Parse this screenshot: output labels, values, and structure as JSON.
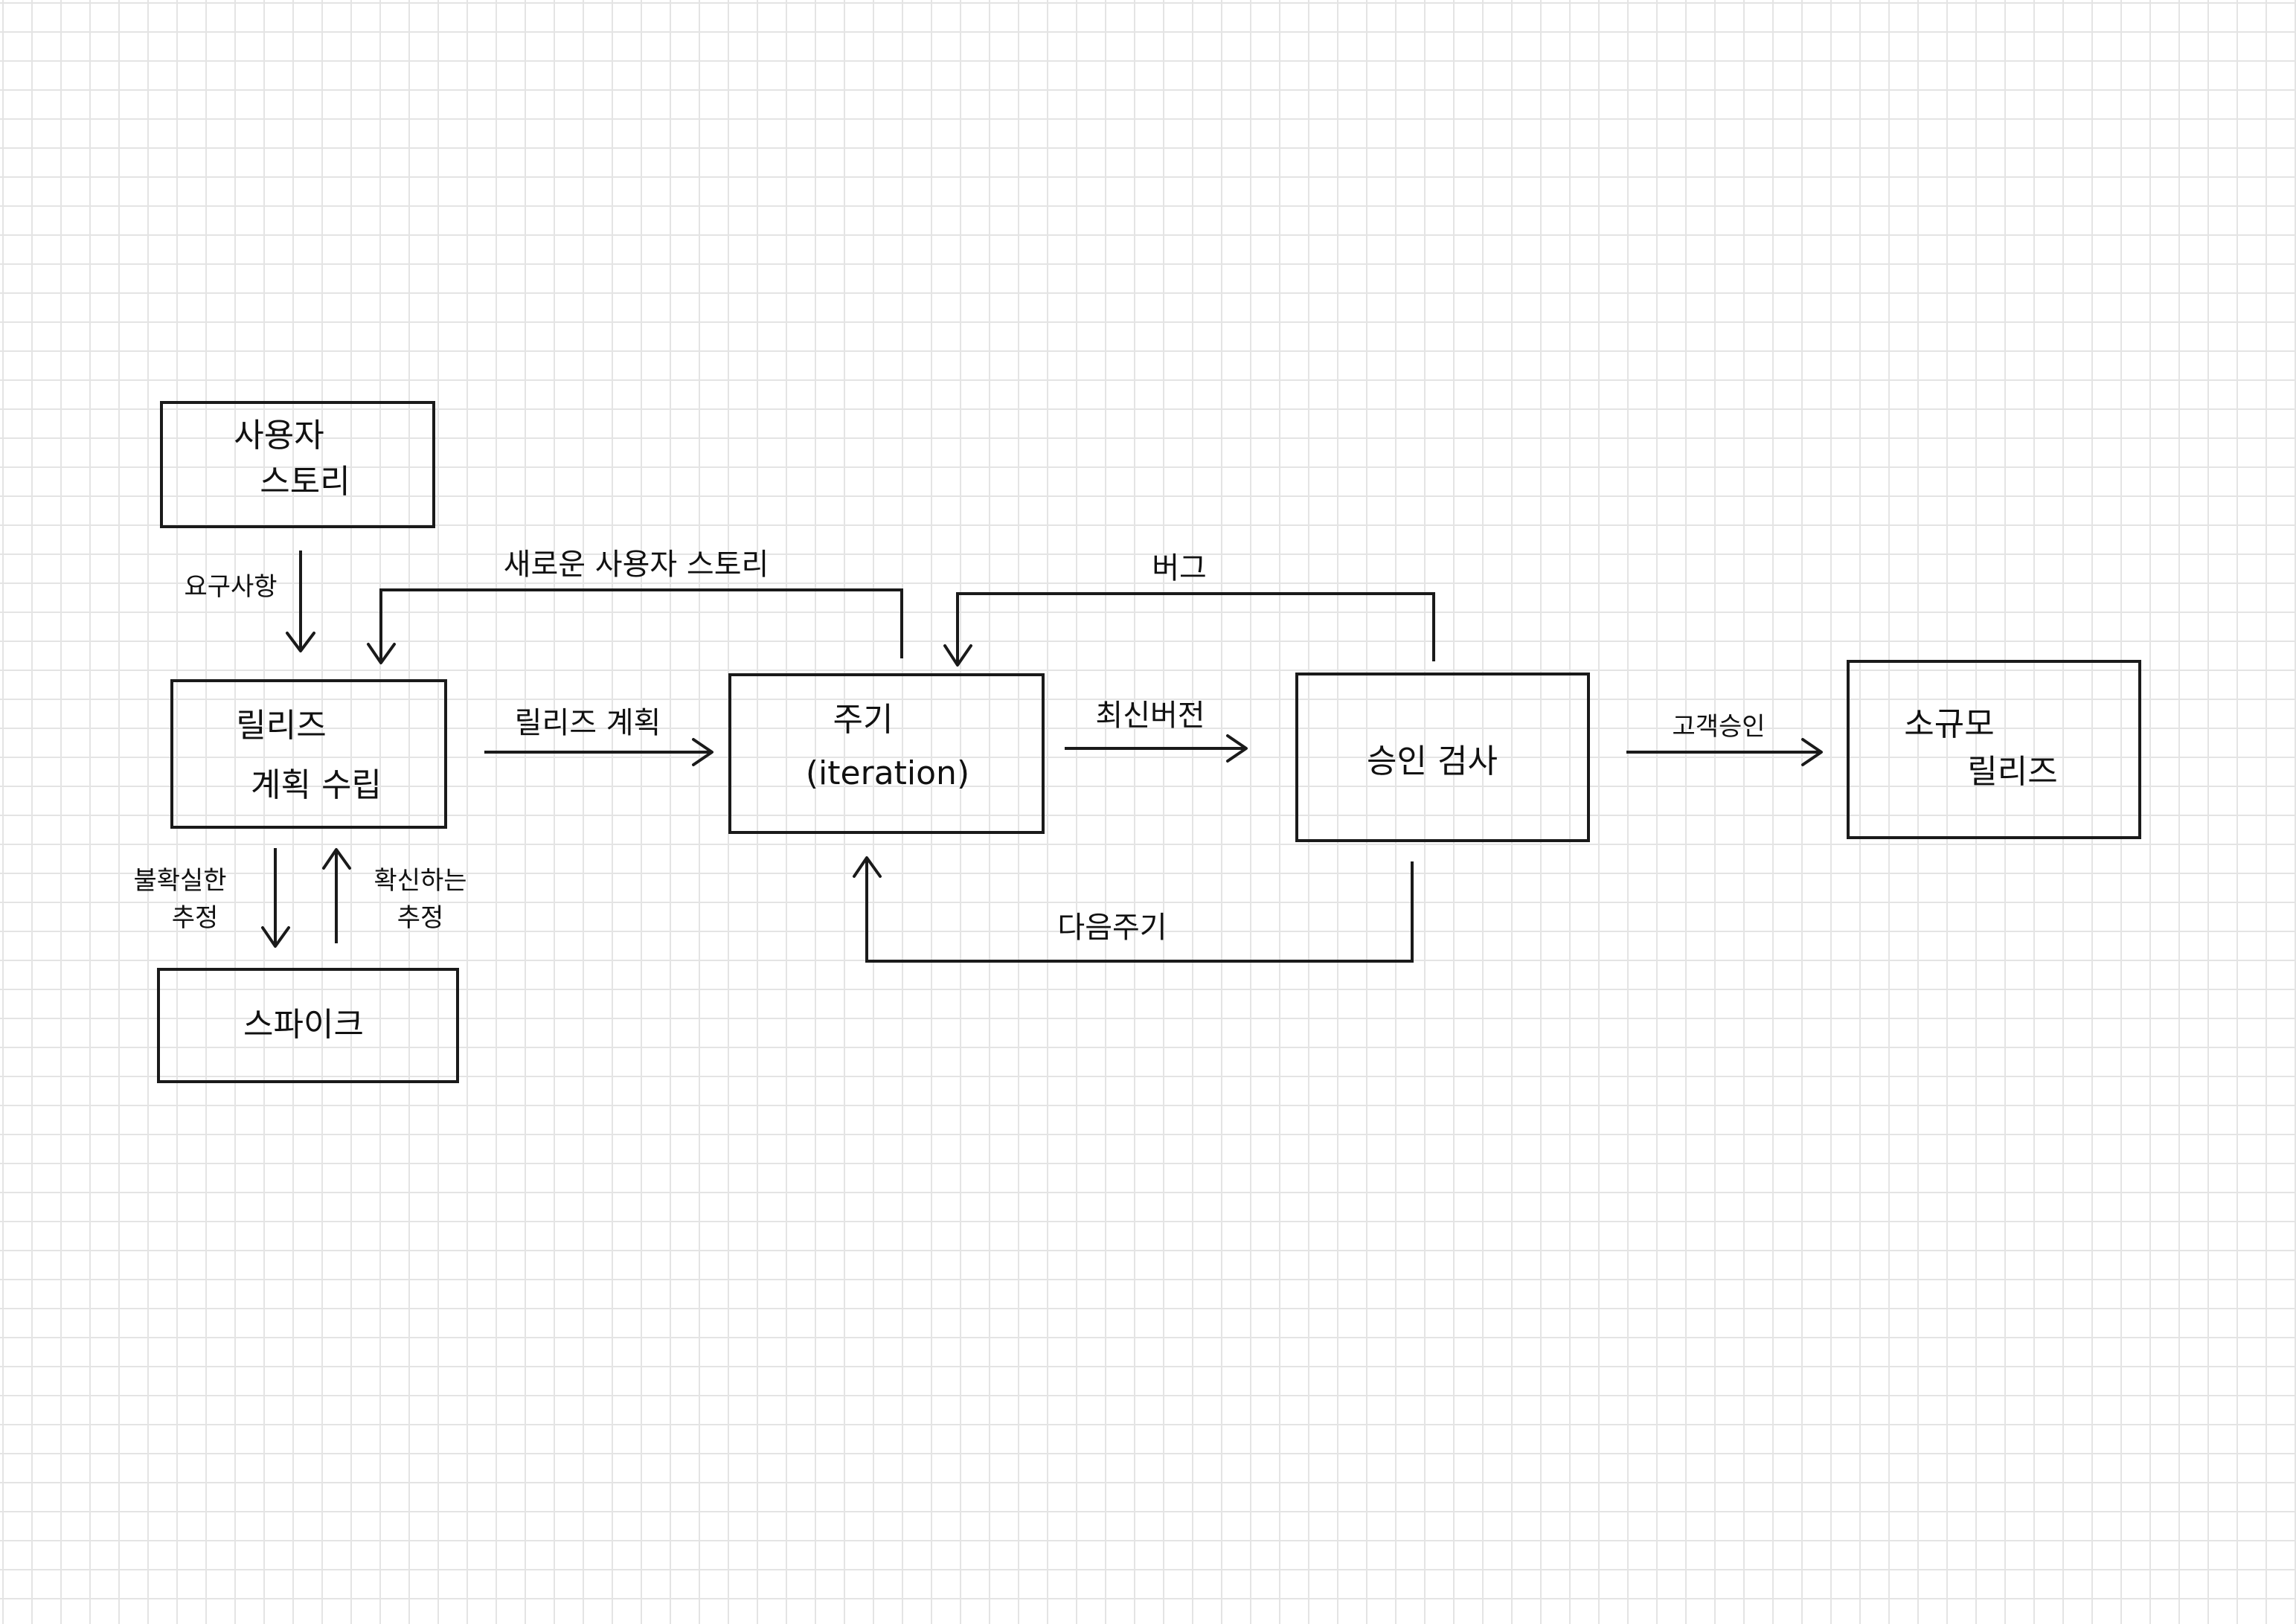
{
  "nodes": {
    "user_story": {
      "line1": "사용자",
      "line2": "스토리"
    },
    "release_planning": {
      "line1": "릴리즈",
      "line2": "계획 수립"
    },
    "spike": {
      "line1": "스파이크"
    },
    "iteration": {
      "line1": "주기",
      "line2": "(iteration)"
    },
    "acceptance_test": {
      "line1": "승인 검사"
    },
    "small_release": {
      "line1": "소규모",
      "line2": "릴리즈"
    }
  },
  "edges": {
    "requirements": "요구사항",
    "new_user_story": "새로운 사용자 스토리",
    "release_plan": "릴리즈 계획",
    "bug": "버그",
    "latest_version": "최신버전",
    "customer_approval": "고객승인",
    "next_iteration": "다음주기",
    "uncertain_estimate": {
      "line1": "불확실한",
      "line2": "추정"
    },
    "confident_estimate": {
      "line1": "확신하는",
      "line2": "추정"
    }
  }
}
